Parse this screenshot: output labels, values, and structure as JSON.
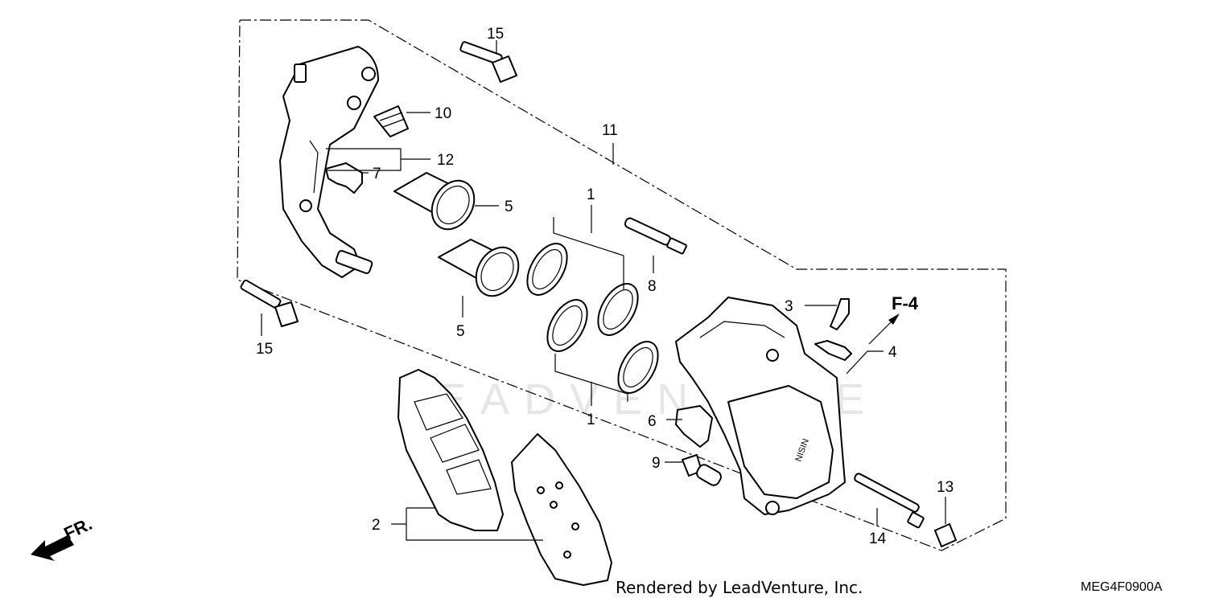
{
  "callouts": {
    "c1a": "1",
    "c1b": "1",
    "c2": "2",
    "c3": "3",
    "c4": "4",
    "c5a": "5",
    "c5b": "5",
    "c6": "6",
    "c7": "7",
    "c8": "8",
    "c9": "9",
    "c10": "10",
    "c11": "11",
    "c12": "12",
    "c13": "13",
    "c14": "14",
    "c15a": "15",
    "c15b": "15"
  },
  "reference_label": "F-4",
  "direction_label": "FR.",
  "watermark": "LEADVENTURE",
  "footer": {
    "credit": "Rendered by LeadVenture, Inc.",
    "diagram_code": "MEG4F0900A"
  }
}
